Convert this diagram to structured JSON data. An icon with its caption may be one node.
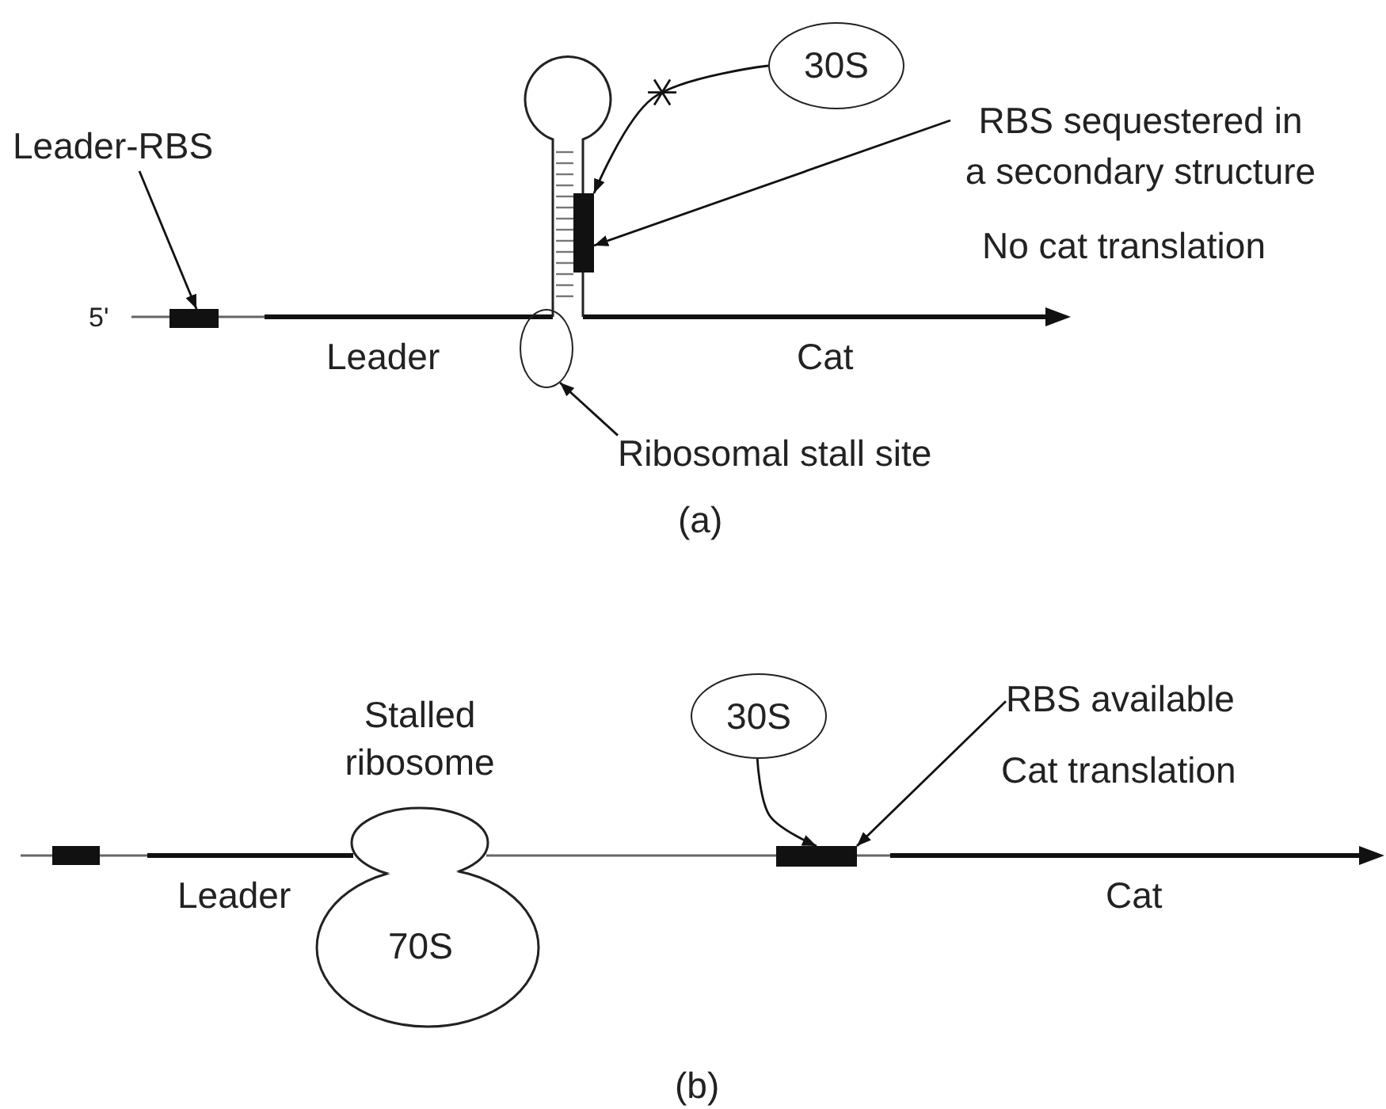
{
  "diagram": {
    "nodes": [
      {
        "text": [
          "Leader-RBS"
        ]
      },
      {
        "text": [],
        "shape": "bar"
      },
      {
        "text": [
          "30S"
        ]
      },
      {
        "text": [],
        "shape": "bar"
      },
      {
        "text": [
          "RBS sequestered in a secondary structure"
        ]
      },
      {
        "text": [],
        "shape": "ellipse"
      },
      {
        "text": [
          "Ribosomal stall site"
        ]
      },
      {
        "text": [
          "Stalled ribosome",
          "70S"
        ]
      },
      {
        "text": [
          "30S"
        ]
      },
      {
        "text": [],
        "shape": "bar"
      },
      {
        "text": [
          "RBS available"
        ]
      }
    ],
    "edges": [
      {
        "from": 0,
        "to": 1,
        "arrow": "to"
      },
      {
        "from": 2,
        "to": 3,
        "arrow": "to"
      },
      {
        "from": 4,
        "to": 3,
        "arrow": "to"
      },
      {
        "from": 6,
        "to": 5,
        "arrow": "to"
      },
      {
        "from": 8,
        "to": 9,
        "arrow": "to"
      },
      {
        "from": 10,
        "to": 9,
        "arrow": "to"
      }
    ],
    "labels": [
      "No cat translation",
      "5'",
      "Leader",
      "Cat",
      "(a)",
      "Cat translation",
      "Leader",
      "Cat",
      "(b)"
    ]
  }
}
